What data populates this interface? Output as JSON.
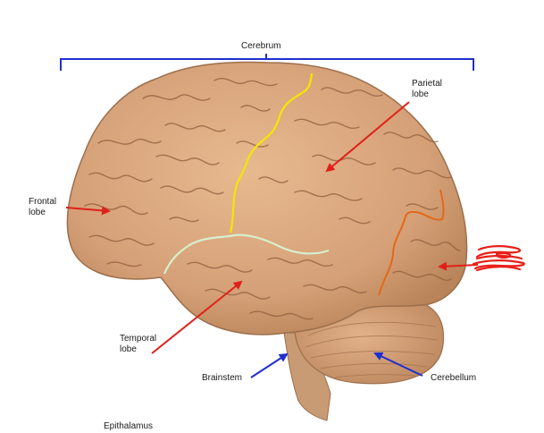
{
  "labels": {
    "cerebrum": "Cerebrum",
    "parietal": [
      "Parietal",
      "lobe"
    ],
    "frontal": [
      "Frontal",
      "lobe"
    ],
    "temporal": [
      "Temporal",
      "lobe"
    ],
    "brainstem": "Brainstem",
    "cerebellum": "Cerebellum",
    "epithalamus": "Epithalamus"
  },
  "colors": {
    "bracket": "#1f2fd0",
    "red_arrow": "#e0201b",
    "blue_arrow": "#1f2fd0",
    "central_sulcus": "#f5e600",
    "lateral_sulcus": "#d6f0cf",
    "occipital_boundary": "#e2691a",
    "scribble": "#e8201a",
    "brain": "#d9a57a"
  }
}
